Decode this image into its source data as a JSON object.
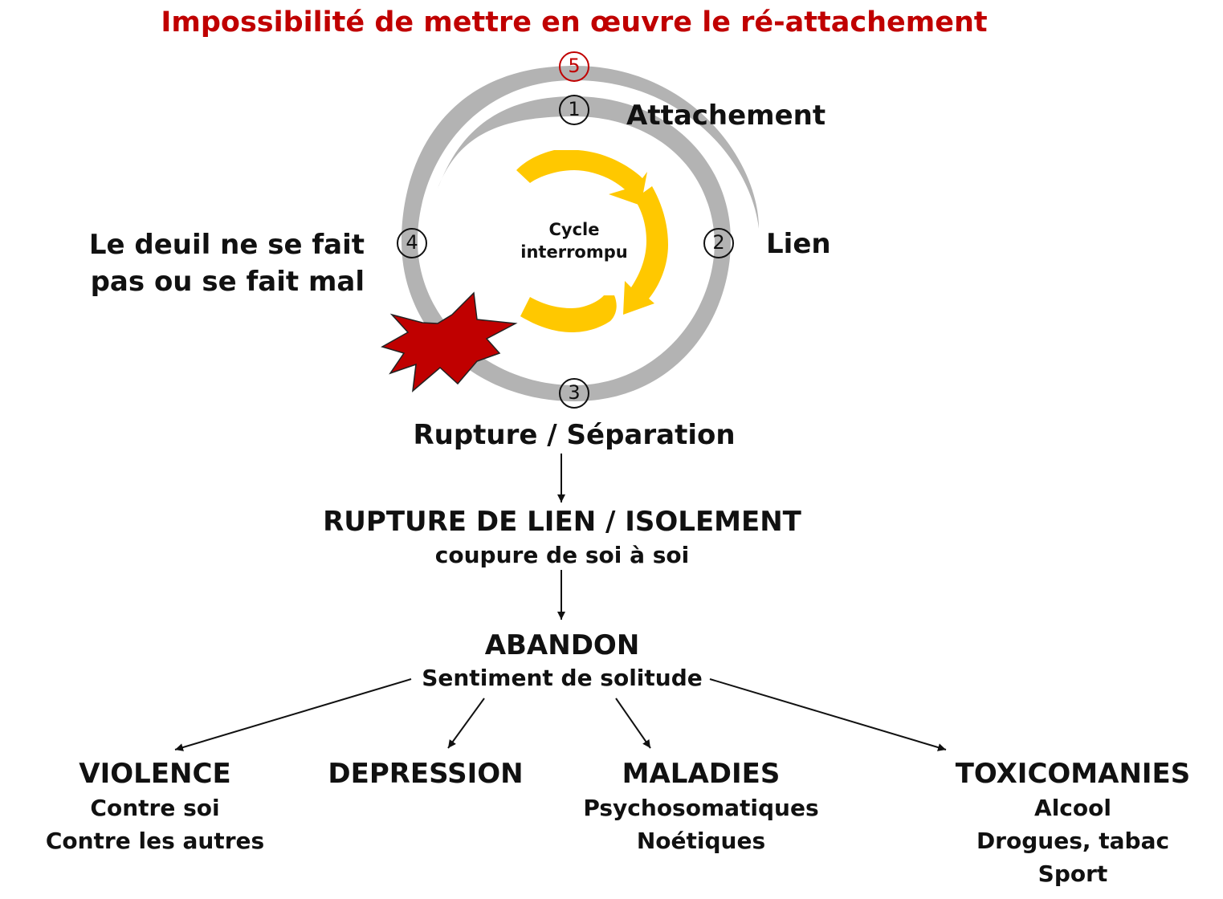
{
  "title": "Impossibilité de mettre en œuvre le ré-attachement",
  "steps": {
    "s5": "5",
    "s1": "1",
    "s2": "2",
    "s3": "3",
    "s4": "4"
  },
  "labels": {
    "attachement": "Attachement",
    "lien": "Lien",
    "deuil_line1": "Le deuil ne se fait",
    "deuil_line2": "pas ou se fait mal",
    "rupture": "Rupture / Séparation"
  },
  "cycle": {
    "line1": "Cycle",
    "line2": "interrompu"
  },
  "rupture_lien": {
    "title": "RUPTURE DE LIEN / ISOLEMENT",
    "subtitle": "coupure de soi à soi"
  },
  "abandon": {
    "title": "ABANDON",
    "subtitle": "Sentiment de solitude"
  },
  "consequences": [
    {
      "title": "VIOLENCE",
      "items": [
        "Contre soi",
        "Contre les autres"
      ]
    },
    {
      "title": "DEPRESSION",
      "items": []
    },
    {
      "title": "MALADIES",
      "items": [
        "Psychosomatiques",
        "Noétiques"
      ]
    },
    {
      "title": "TOXICOMANIES",
      "items": [
        "Alcool",
        "Drogues, tabac",
        "Sport"
      ]
    }
  ],
  "colors": {
    "ring": "#b3b3b3",
    "cycle": "#ffc800",
    "burst": "#c00000",
    "title": "#c00000"
  }
}
